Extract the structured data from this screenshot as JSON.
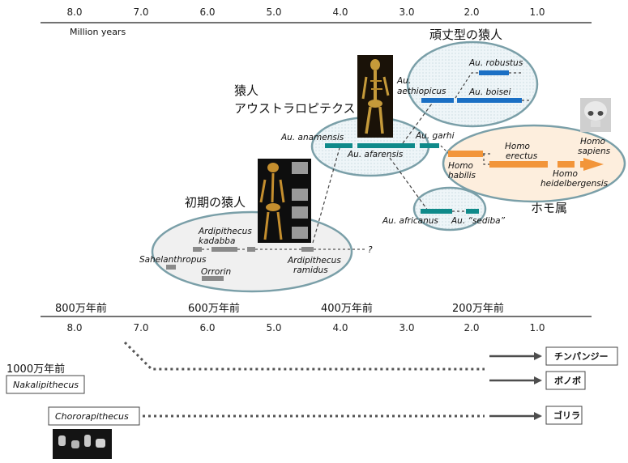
{
  "top_axis": {
    "ticks": [
      "8.0",
      "7.0",
      "6.0",
      "5.0",
      "4.0",
      "3.0",
      "2.0",
      "1.0"
    ],
    "unit_label": "Million years"
  },
  "bottom_axis": {
    "mya_labels": [
      "800万年前",
      "600万年前",
      "400万年前",
      "200万年前"
    ],
    "ticks": [
      "8.0",
      "7.0",
      "6.0",
      "5.0",
      "4.0",
      "3.0",
      "2.0",
      "1.0"
    ]
  },
  "groups": {
    "early": "初期の猿人",
    "australopith": [
      "猿人",
      "アウストラロピテクス"
    ],
    "robust": "頑丈型の猿人",
    "homo": "ホモ属"
  },
  "species": {
    "sahelanthropus": "Sahelanthropus",
    "ardi_kadabba": [
      "Ardipithecus",
      "kadabba"
    ],
    "orrorin": "Orrorin",
    "ardi_ramidus": [
      "Ardipithecus",
      "ramidus"
    ],
    "question": "?",
    "anamensis": "Au. anamensis",
    "afarensis": "Au. afarensis",
    "garhi": "Au. garhi",
    "aethiopicus": [
      "Au.",
      "aethiopicus"
    ],
    "robustus": "Au. robustus",
    "boisei": "Au. boisei",
    "africanus": "Au. africanus",
    "sediba": "Au. “sediba”",
    "habilis": [
      "Homo",
      "habilis"
    ],
    "erectus": [
      "Homo",
      "erectus"
    ],
    "heidelbergensis": [
      "Homo",
      "heidelbergensis"
    ],
    "sapiens": [
      "Homo",
      "sapiens"
    ]
  },
  "apes": {
    "ten_mya": "1000万年前",
    "nakalipithecus": "Nakalipithecus",
    "chororapithecus": "Chororapithecus",
    "chimp": "チンパンジー",
    "bonobo": "ボノボ",
    "gorilla": "ゴリラ"
  },
  "colors": {
    "early_bar": "#8a8a8a",
    "australopith_bar": "#0f8a8a",
    "robust_bar": "#1a6fc4",
    "homo_bar": "#f2953a",
    "ellipse_stroke": "#7a9fa8",
    "homo_fill": "#fdeedd",
    "grey_fill": "#f1f1f1",
    "blue_fill": "#e2eef3"
  }
}
